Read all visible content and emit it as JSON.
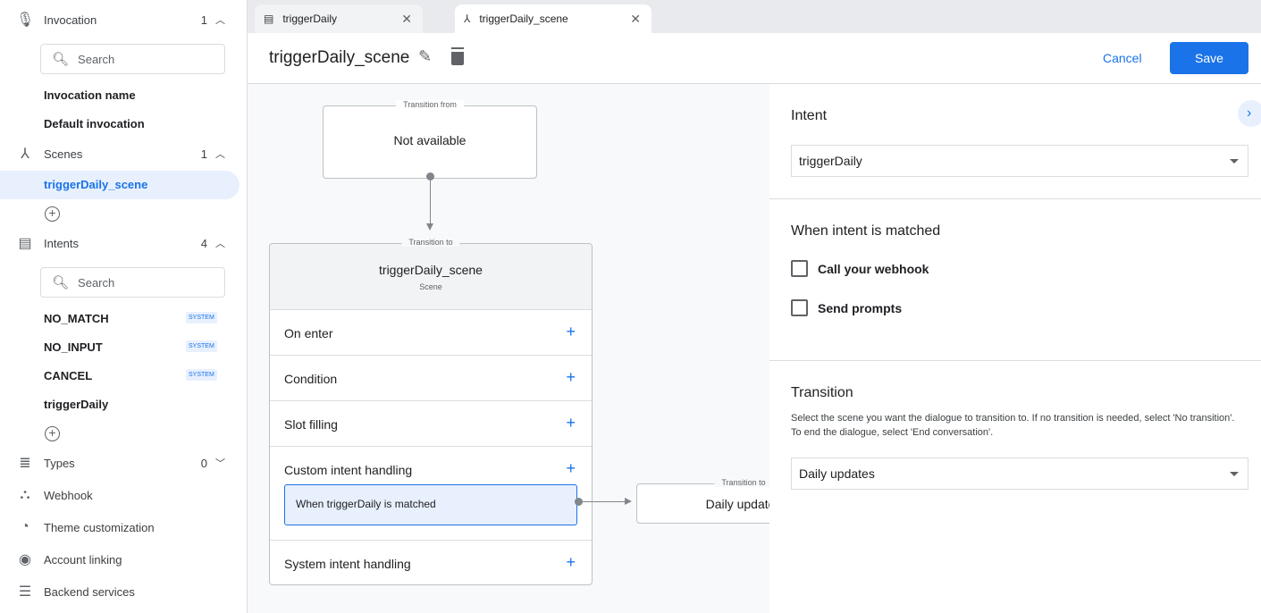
{
  "sidebar": {
    "invocation": {
      "label": "Invocation",
      "count": "1",
      "search_placeholder": "Search",
      "items": [
        "Invocation name",
        "Default invocation"
      ]
    },
    "scenes": {
      "label": "Scenes",
      "count": "1",
      "items": [
        "triggerDaily_scene"
      ]
    },
    "intents": {
      "label": "Intents",
      "count": "4",
      "search_placeholder": "Search",
      "items": [
        {
          "label": "NO_MATCH",
          "badge": "SYSTEM"
        },
        {
          "label": "NO_INPUT",
          "badge": "SYSTEM"
        },
        {
          "label": "CANCEL",
          "badge": "SYSTEM"
        },
        {
          "label": "triggerDaily",
          "badge": ""
        }
      ]
    },
    "types": {
      "label": "Types",
      "count": "0"
    },
    "links": [
      "Webhook",
      "Theme customization",
      "Account linking",
      "Backend services"
    ]
  },
  "tabs": [
    {
      "label": "triggerDaily",
      "icon": "intent-icon"
    },
    {
      "label": "triggerDaily_scene",
      "icon": "scene-icon",
      "active": true
    }
  ],
  "header": {
    "title": "triggerDaily_scene",
    "cancel": "Cancel",
    "save": "Save",
    "accent": "#1a73e8"
  },
  "canvas": {
    "from": {
      "legend": "Transition from",
      "text": "Not available"
    },
    "scene": {
      "legend": "Transition to",
      "name": "triggerDaily_scene",
      "sub": "Scene"
    },
    "rows": [
      "On enter",
      "Condition",
      "Slot filling",
      "Custom intent handling",
      "System intent handling"
    ],
    "handler": "When triggerDaily is matched",
    "target": {
      "legend": "Transition to",
      "text": "Daily updates"
    }
  },
  "panel": {
    "intent_heading": "Intent",
    "intent_value": "triggerDaily",
    "matched_heading": "When intent is matched",
    "checkboxes": [
      "Call your webhook",
      "Send prompts"
    ],
    "transition_heading": "Transition",
    "transition_help": "Select the scene you want the dialogue to transition to. If no transition is needed, select 'No transition'. To end the dialogue, select 'End conversation'.",
    "transition_value": "Daily updates"
  }
}
